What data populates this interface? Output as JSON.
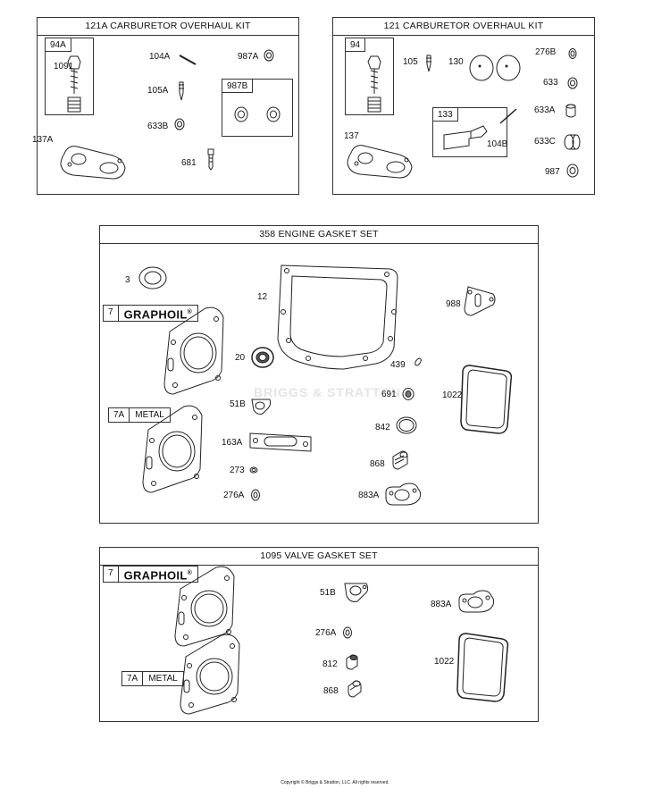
{
  "panels": {
    "p121a": {
      "title": "121A CARBURETOR OVERHAUL KIT"
    },
    "p121": {
      "title": "121 CARBURETOR OVERHAUL KIT"
    },
    "p358": {
      "title": "358 ENGINE GASKET SET"
    },
    "p1095": {
      "title": "1095 VALVE GASKET SET"
    }
  },
  "sub": {
    "s94a": "94A",
    "s987b": "987B",
    "s94": "94",
    "s133": "133"
  },
  "brands": {
    "graphoil_num": "7",
    "graphoil": "GRAPHOIL",
    "graphoil_mark": "®",
    "metal_num": "7A",
    "metal": "METAL"
  },
  "labels": {
    "l1091": "1091",
    "l104A": "104A",
    "l987A": "987A",
    "l105A": "105A",
    "l633B": "633B",
    "l137A": "137A",
    "l681": "681",
    "l105": "105",
    "l130": "130",
    "l276B": "276B",
    "l633": "633",
    "l633A": "633A",
    "l104B": "104B",
    "l137": "137",
    "l633C": "633C",
    "l987": "987",
    "l3": "3",
    "l12": "12",
    "l988": "988",
    "l20": "20",
    "l439": "439",
    "l51B": "51B",
    "l691": "691",
    "l1022": "1022",
    "l163A": "163A",
    "l842": "842",
    "l273": "273",
    "l868": "868",
    "l276A": "276A",
    "l883A": "883A",
    "v51B": "51B",
    "v883A": "883A",
    "v276A": "276A",
    "v812": "812",
    "v1022": "1022",
    "v868": "868"
  },
  "watermark": "BRIGGS & STRATTON",
  "copyright": "Copyright © Briggs & Stratton, LLC. All rights reserved."
}
